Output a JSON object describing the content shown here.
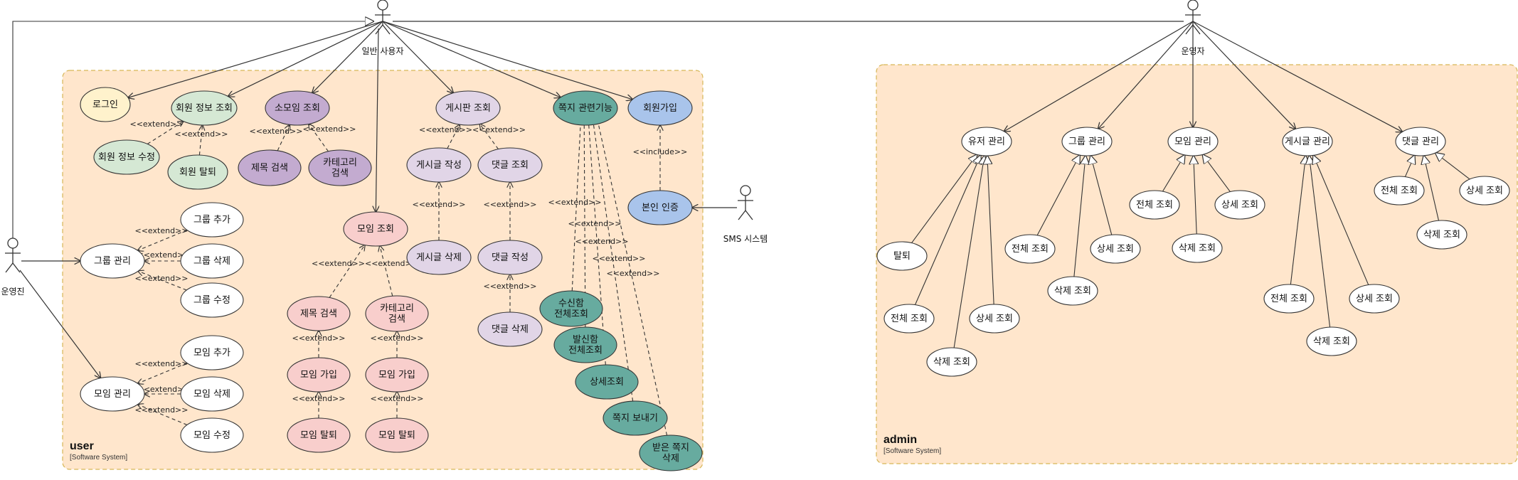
{
  "colors": {
    "boundary_fill": "#ffe6cc",
    "boundary_stroke": "#d6b656",
    "yellow": "#fff2cc",
    "green_light": "#d5e8d4",
    "purple": "#c3abd0",
    "lavender": "#e1d5e7",
    "teal": "#67ab9f",
    "blue": "#a9c4eb",
    "pink": "#f8cecc",
    "white": "#ffffff"
  },
  "actors": {
    "general_user": "일반 사용자",
    "operator_left": "운영진",
    "admin": "운영자",
    "sms": "SMS 시스템"
  },
  "systems": {
    "user": {
      "title": "user",
      "subtitle": "[Software System]"
    },
    "admin": {
      "title": "admin",
      "subtitle": "[Software System]"
    }
  },
  "user_cases": {
    "login": "로그인",
    "member_info": "회원 정보 조회",
    "member_edit": "회원 정보 수정",
    "member_leave": "회원 탈퇴",
    "small_group": "소모임 조회",
    "title_search_top": "제목 검색",
    "category_search_top": "카테고리\n검색",
    "board_view": "게시판 조회",
    "post_write": "게시글 작성",
    "post_delete": "게시글 삭제",
    "comment_view": "댓글 조회",
    "comment_write": "댓글 작성",
    "comment_delete": "댓글 삭제",
    "message": "쪽지 관련기능",
    "inbox": "수신함\n전체조회",
    "outbox": "발신함\n전체조회",
    "msg_detail": "상세조회",
    "msg_send": "쪽지 보내기",
    "msg_received_delete": "받은 쪽지\n삭제",
    "signup": "회원가입",
    "identity": "본인 인증",
    "meeting_view": "모임 조회",
    "meeting_title_search": "제목 검색",
    "meeting_category_search": "카테고리\n검색",
    "meeting_join_1": "모임 가입",
    "meeting_join_2": "모임 가입",
    "meeting_leave_1": "모임 탈퇴",
    "meeting_leave_2": "모임 탈퇴",
    "group_manage": "그룹 관리",
    "group_add": "그룹 추가",
    "group_delete": "그룹 삭제",
    "group_edit": "그룹 수정",
    "meeting_manage": "모임 관리",
    "meeting_add": "모임 추가",
    "meeting_delete": "모임 삭제",
    "meeting_edit": "모임 수정"
  },
  "admin_cases": {
    "user_manage": "유저 관리",
    "user_withdraw": "탈퇴",
    "user_all": "전체 조회",
    "user_del": "삭제 조회",
    "user_detail": "상세 조회",
    "group_manage": "그룹 관리",
    "group_all": "전체 조회",
    "group_del": "삭제 조회",
    "group_detail": "상세 조회",
    "meeting_manage": "모임 관리",
    "meeting_all": "전체 조회",
    "meeting_del": "삭제 조회",
    "meeting_detail": "상세 조회",
    "post_manage": "게시글 관리",
    "post_all": "전체 조회",
    "post_del": "삭제 조회",
    "post_detail": "상세 조회",
    "comment_manage": "댓글 관리",
    "comment_all": "전체 조회",
    "comment_del": "삭제 조회",
    "comment_detail": "상세 조회"
  },
  "edge_labels": {
    "extend": "<<extend>>",
    "include": "<<include>>",
    "extend_double": "<<extend>><<extend>>"
  }
}
